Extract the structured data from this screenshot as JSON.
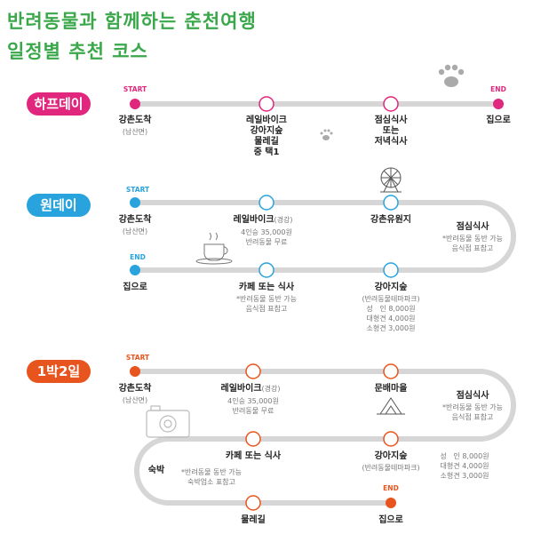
{
  "header": {
    "line1": "반려동물과 함께하는 춘천여행",
    "line2": "일정별 추천 코스"
  },
  "colors": {
    "title_green": "#3aa84a",
    "half_pink": "#e0267d",
    "one_blue": "#29a3de",
    "two_orange": "#e8541d",
    "track_gray": "#d6d6d6"
  },
  "markers": {
    "start": "START",
    "end": "END"
  },
  "half_day": {
    "badge": "하프데이",
    "stops": [
      {
        "label": "강촌도착",
        "sub": "(남산면)"
      },
      {
        "label": "레일바이크\n강아지숲\n물레길\n중 택1",
        "sub": ""
      },
      {
        "label": "점심식사\n또는\n저녁식사",
        "sub": ""
      },
      {
        "label": "집으로",
        "sub": ""
      }
    ]
  },
  "one_day": {
    "badge": "원데이",
    "stops": [
      {
        "label": "강촌도착",
        "sub": "(남산면)"
      },
      {
        "label": "레일바이크",
        "label_suffix": "(경강)",
        "sub": "4인승 35,000원\n반려동물 무료"
      },
      {
        "label": "강촌유원지",
        "sub": ""
      },
      {
        "label": "점심식사",
        "sub": "*반려동물 동반 가능\n음식점 표참고"
      },
      {
        "label": "강아지숲",
        "sub": "(반려동물테마파크)\n성   인 8,000원\n대형견 4,000원\n소형견 3,000원"
      },
      {
        "label": "카페 또는 식사",
        "sub": "*반려동물 동반 가능\n음식점 표참고"
      },
      {
        "label": "집으로",
        "sub": ""
      }
    ]
  },
  "two_day": {
    "badge": "1박2일",
    "stops": [
      {
        "label": "강촌도착",
        "sub": "(남산면)"
      },
      {
        "label": "레일바이크",
        "label_suffix": "(경강)",
        "sub": "4인승 35,000원\n반려동물 무료"
      },
      {
        "label": "문배마을",
        "sub": ""
      },
      {
        "label": "점심식사",
        "sub": "*반려동물 동반 가능\n음식점 표참고"
      },
      {
        "label": "강아지숲",
        "sub": "(반려동물테마파크)"
      },
      {
        "label": "카페 또는 식사",
        "sub": ""
      },
      {
        "label": "숙박",
        "sub": "*반려동물 동반 가능\n숙박업소 표참고"
      },
      {
        "label": "물레길",
        "sub": ""
      },
      {
        "label": "집으로",
        "sub": ""
      }
    ],
    "prices": "성   인 8,000원\n대형견 4,000원\n소형견 3,000원"
  }
}
